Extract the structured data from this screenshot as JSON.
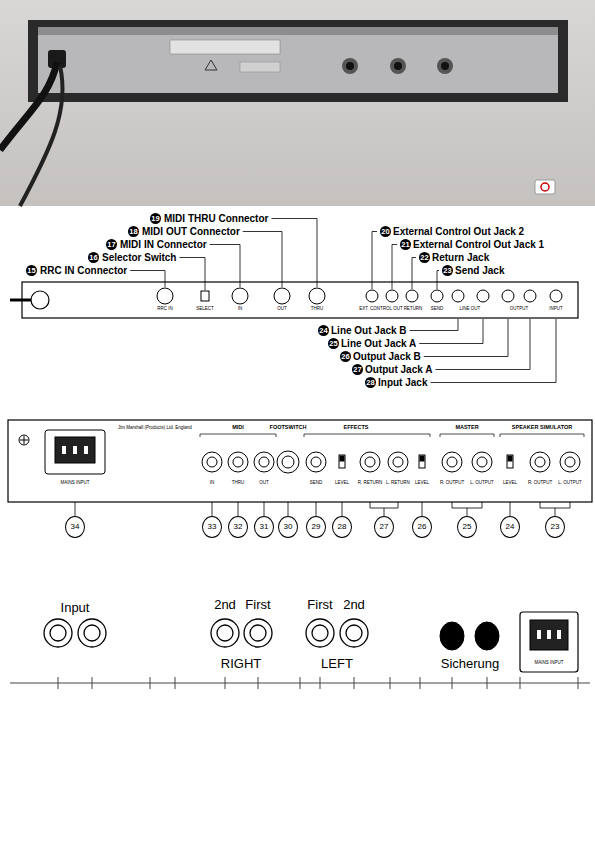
{
  "diagram": {
    "labels": [
      "19",
      "MIDI THRU Connector",
      "18",
      "MIDI OUT Connector",
      "17",
      "MIDI IN Connector",
      "16",
      "Selector Switch",
      "15",
      "RRC IN Connector",
      "20",
      "External Control Out Jack 2",
      "21",
      "External Control Out Jack 1",
      "22",
      "Return Jack",
      "23",
      "Send Jack",
      "24",
      "Line Out Jack B",
      "25",
      "Line Out Jack A",
      "26",
      "Output Jack B",
      "27",
      "Output Jack A",
      "28",
      "Input Jack",
      "RRC IN",
      "SELECT",
      "IN",
      "OUT",
      "THRU",
      "EXT. CONTROL OUT",
      "RETURN",
      "SEND",
      "LINE OUT",
      "OUTPUT",
      "INPUT",
      "Jim Marshall (Products) Ltd. England",
      "MAINS INPUT",
      "MIDI",
      "FOOTSWITCH",
      "EFFECTS",
      "MASTER",
      "SPEAKER SIMULATOR",
      "IN",
      "THRU",
      "OUT",
      "SEND",
      "LEVEL",
      "R. RETURN",
      "L. RETURN",
      "LEVEL",
      "R. OUTPUT",
      "L. OUTPUT",
      "LEVEL",
      "R. OUTPUT",
      "L. OUTPUT",
      "34",
      "33",
      "32",
      "31",
      "30",
      "29",
      "28",
      "27",
      "26",
      "25",
      "24",
      "23",
      "Input",
      "2nd",
      "First",
      "RIGHT",
      "First",
      "2nd",
      "LEFT",
      "Sicherung",
      "MAINS INPUT"
    ]
  }
}
